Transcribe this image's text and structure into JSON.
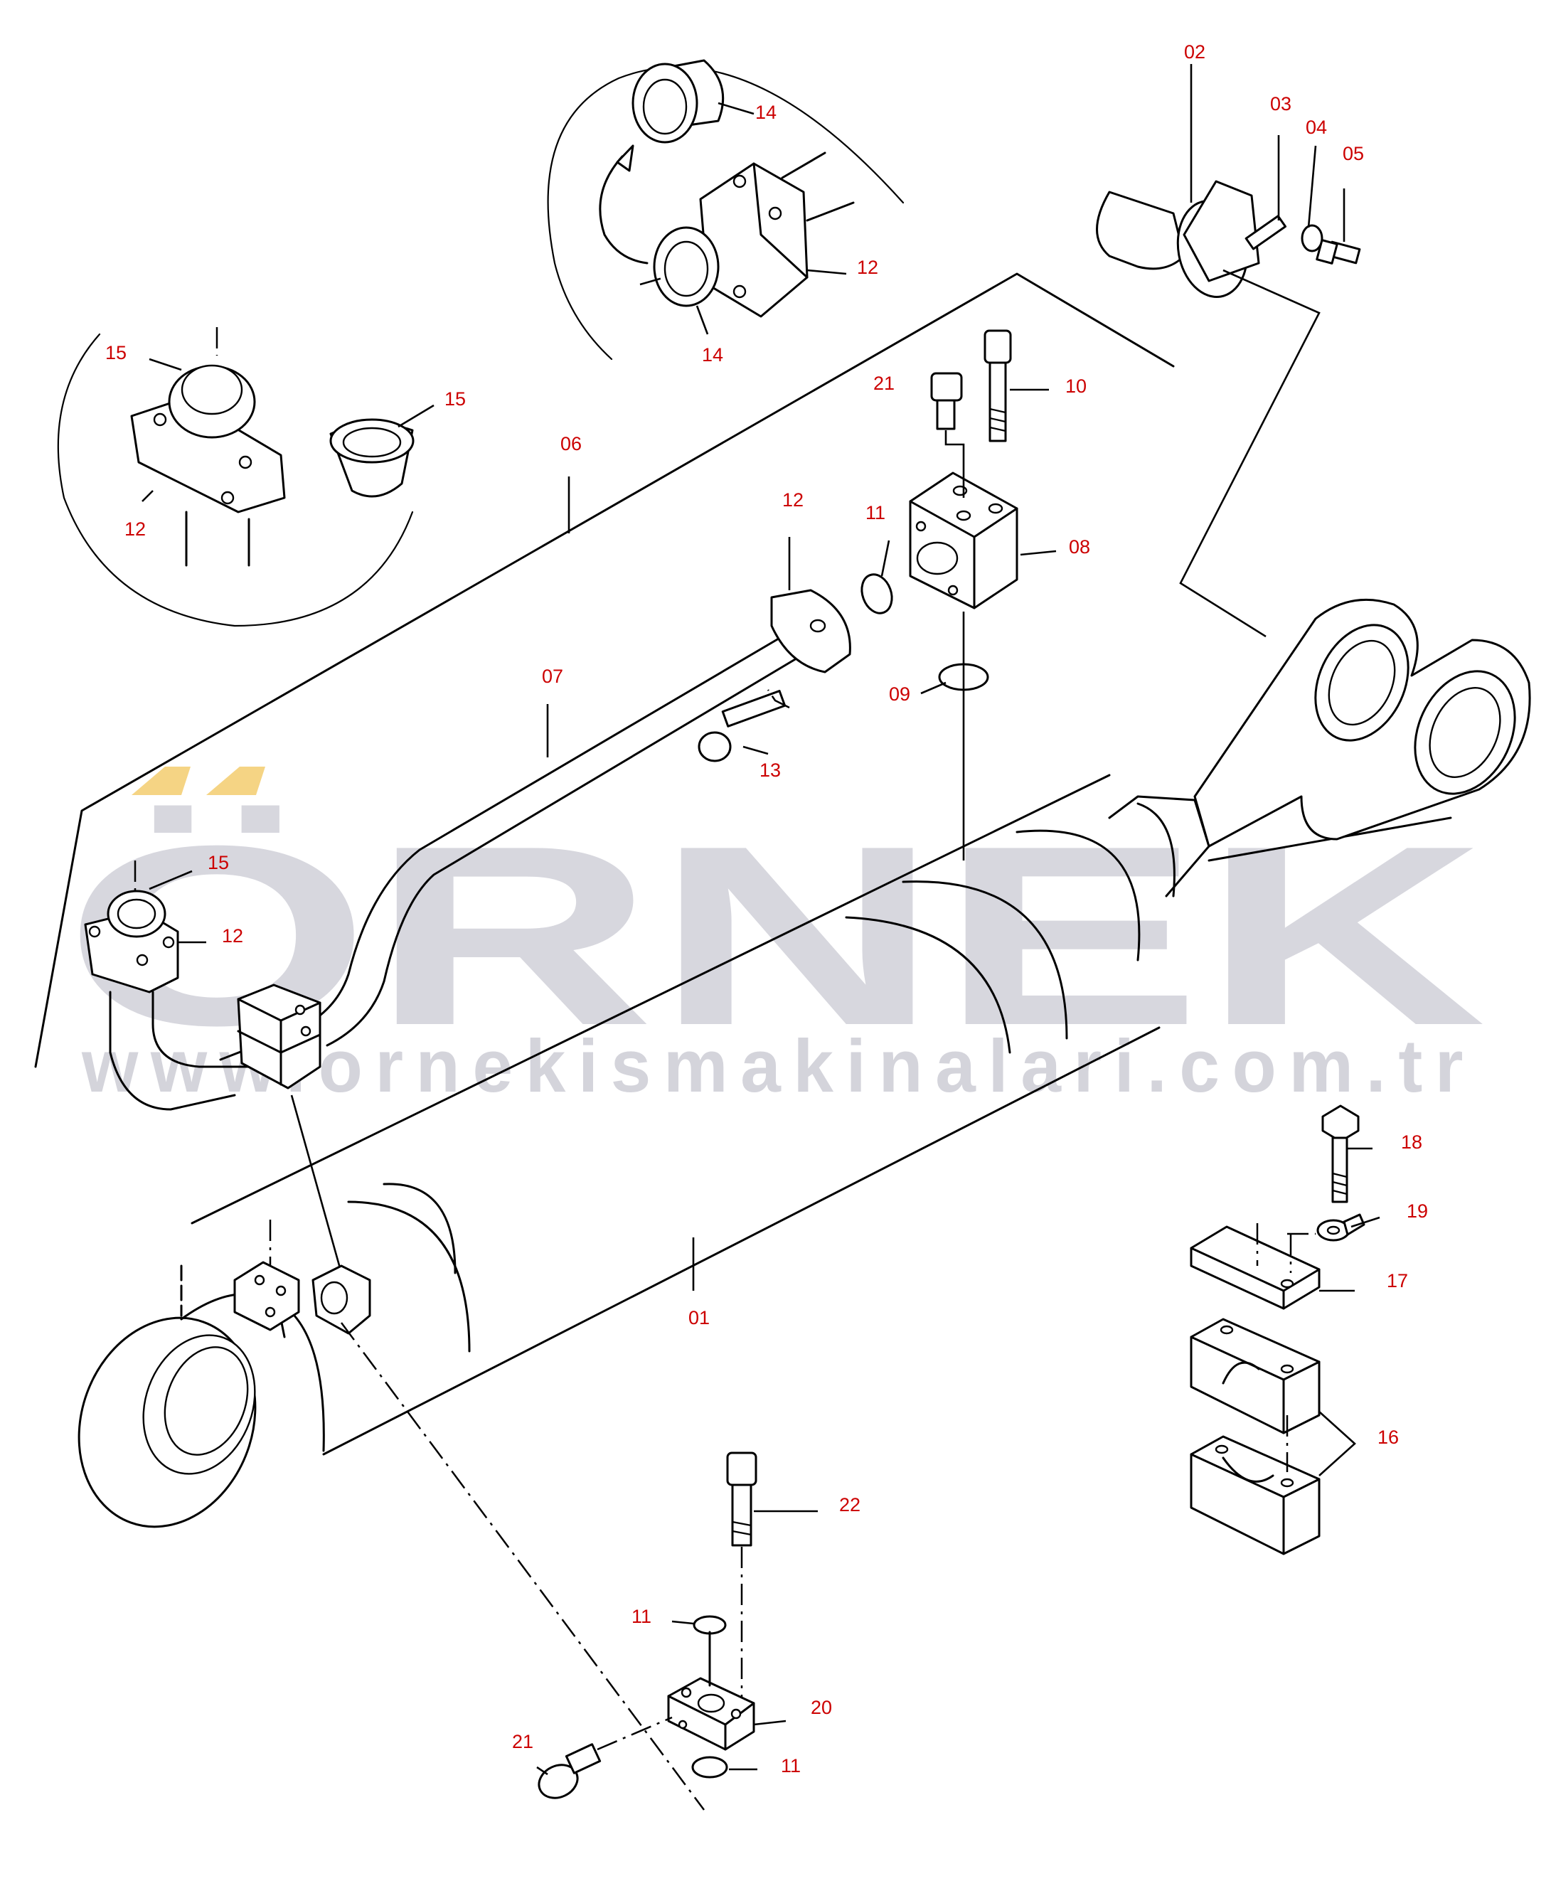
{
  "watermark": {
    "brand": "ÖRNEK",
    "url": "www.ornekismakinalari.com.tr",
    "brand_color": "#c8c8d2",
    "accent_color": "#f3cc6e"
  },
  "label_color": "#cc0000",
  "callouts": [
    {
      "id": "c-02",
      "text": "02"
    },
    {
      "id": "c-03",
      "text": "03"
    },
    {
      "id": "c-04",
      "text": "04"
    },
    {
      "id": "c-05",
      "text": "05"
    },
    {
      "id": "c-14a",
      "text": "14"
    },
    {
      "id": "c-12a",
      "text": "12"
    },
    {
      "id": "c-14b",
      "text": "14"
    },
    {
      "id": "c-15a",
      "text": "15"
    },
    {
      "id": "c-15b",
      "text": "15"
    },
    {
      "id": "c-12b",
      "text": "12"
    },
    {
      "id": "c-06",
      "text": "06"
    },
    {
      "id": "c-21a",
      "text": "21"
    },
    {
      "id": "c-10",
      "text": "10"
    },
    {
      "id": "c-12c",
      "text": "12"
    },
    {
      "id": "c-11a",
      "text": "11"
    },
    {
      "id": "c-08",
      "text": "08"
    },
    {
      "id": "c-07",
      "text": "07"
    },
    {
      "id": "c-09",
      "text": "09"
    },
    {
      "id": "c-13",
      "text": "13"
    },
    {
      "id": "c-15c",
      "text": "15"
    },
    {
      "id": "c-12d",
      "text": "12"
    },
    {
      "id": "c-18",
      "text": "18"
    },
    {
      "id": "c-19",
      "text": "19"
    },
    {
      "id": "c-17",
      "text": "17"
    },
    {
      "id": "c-16",
      "text": "16"
    },
    {
      "id": "c-01",
      "text": "01"
    },
    {
      "id": "c-22",
      "text": "22"
    },
    {
      "id": "c-11b",
      "text": "11"
    },
    {
      "id": "c-20",
      "text": "20"
    },
    {
      "id": "c-21b",
      "text": "21"
    },
    {
      "id": "c-11c",
      "text": "11"
    }
  ]
}
